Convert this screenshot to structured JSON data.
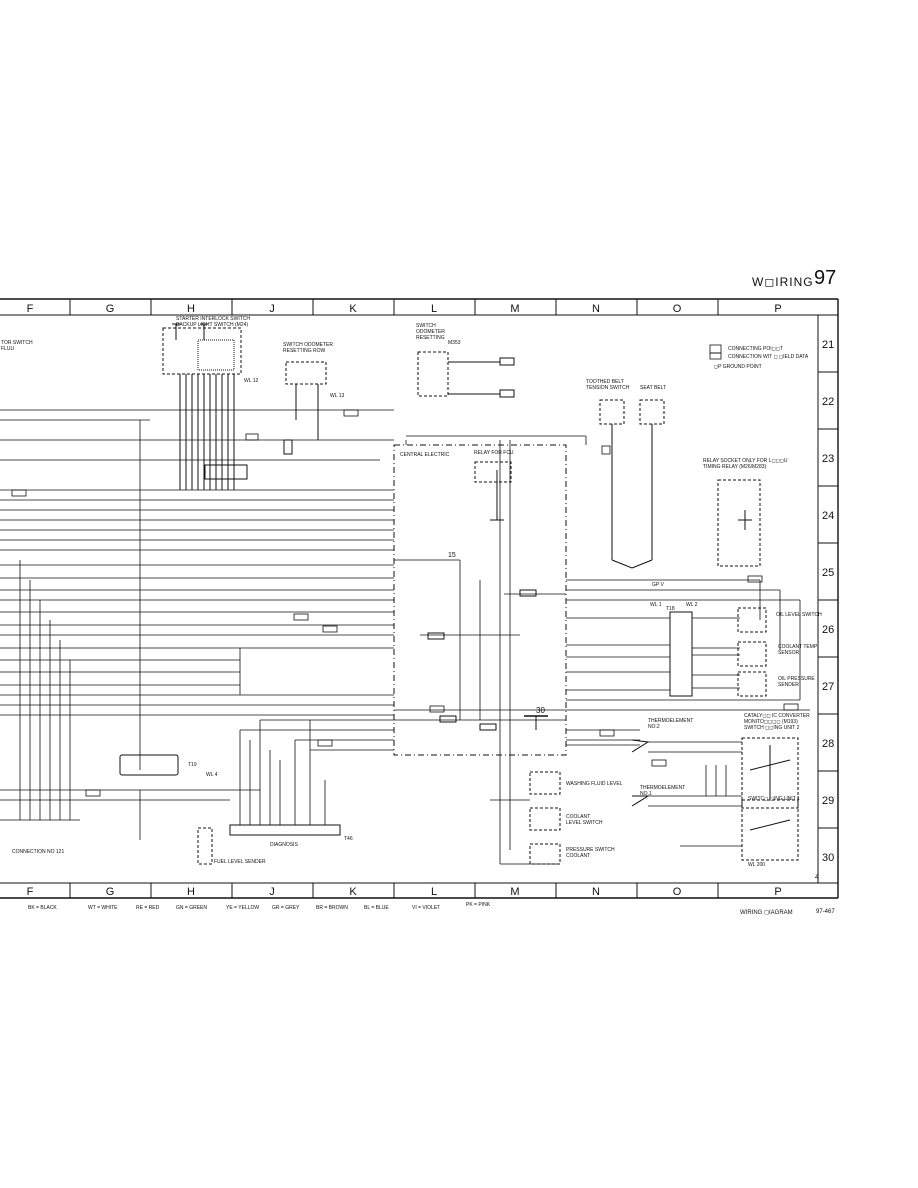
{
  "header": {
    "title": "W◻IRING",
    "page_number": "97"
  },
  "grid": {
    "columns": [
      "F",
      "G",
      "H",
      "J",
      "K",
      "L",
      "M",
      "N",
      "O",
      "P"
    ],
    "rows": [
      "21",
      "22",
      "23",
      "24",
      "25",
      "26",
      "27",
      "28",
      "29",
      "30"
    ]
  },
  "legend_box": {
    "connecting_point": "CONNECTING POI◻◻T",
    "connection_with": "CONNECTION WIT ◻ ◻IELD DATA",
    "ground_point": "◻P  GROUND POINT"
  },
  "components": {
    "starter_interlock": "STARTER INTERLOCK SWITCH\nBACKUP LIGHT SWITCH (M24)",
    "switch_odometer_resetting_row": "SWITCH ODOMETER\nRESETTING ROW",
    "switch_odometer_resetting": "SWITCH\nODOMETER\nRESETTING",
    "m353": "M353",
    "toothed_belt": "TOOTHED BELT\nTENSION SWITCH",
    "seat_belt": "SEAT BELT",
    "relay_socket": "RELAY SOCKET ONLY FOR L◻◻◻U\nTIMING RELAY (M26/M283)",
    "central_electric": "CENTRAL ELECTRIC",
    "relay_for_fcu": "RELAY FOR FCU",
    "oil_level_switch": "OIL LEVEL SWITCH",
    "coolant_temp": "COOLANT TEMP\nSENSOR",
    "oil_pressure": "OIL PRESSURE\nSENDER",
    "thermoelement_2": "THERMOELEMENT\nNO.2",
    "thermoelement_1": "THERMOELEMENT\nNO.1",
    "catalytic": "CATALY◻◻ IC CONVERTER\nMONITO◻◻◻◻ (M193)\nSWITCH ◻◻ING UNIT 2",
    "switching_unit_1": "SWITC◻ ◻ING UNIT 1",
    "washing_fluid": "WASHING FLUID LEVEL",
    "coolant_level": "COOLANT\nLEVEL SWITCH",
    "pressure_switch": "PRESSURE SWITCH\nCOOLANT",
    "fuel_level": "FUEL LEVEL SENDER",
    "diagnosis": "DIAGNOSIS",
    "tor_switch": "TOR SWITCH\nFLUU",
    "connection_21": "CONNECTION NO 121",
    "t46": "T46",
    "t19": "T19",
    "t18": "T18",
    "wl1": "WL 1",
    "wl2": "WL 2",
    "wl4": "WL 4",
    "wl12": "WL 12",
    "wl13": "WL 13",
    "wl200": "WL 200",
    "gp_v": "GP V",
    "num_30": "30",
    "num_15": "15",
    "corner_4": "4"
  },
  "color_legend": [
    "BK = BLACK",
    "WT = WHITE",
    "RE = RED",
    "GN = GREEN",
    "YE = YELLOW",
    "GR = GREY",
    "BR = BROWN",
    "BL = BLUE",
    "VI = VIOLET",
    "PK = PINK"
  ],
  "footer": {
    "title": "WIRING ◻IAGRAM",
    "ref": "97-467"
  }
}
